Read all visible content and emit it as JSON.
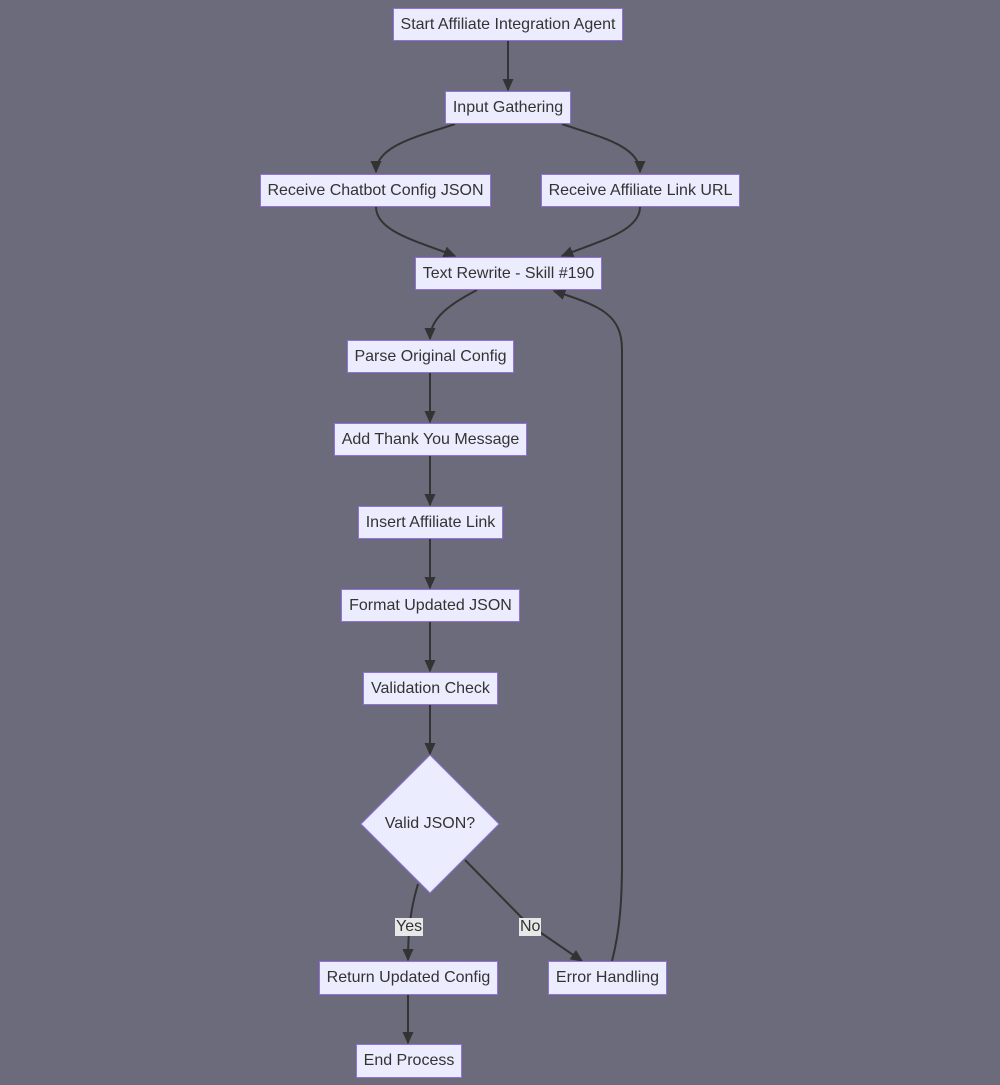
{
  "diagram": {
    "nodes": {
      "start": "Start Affiliate Integration Agent",
      "input_gathering": "Input Gathering",
      "receive_config": "Receive Chatbot Config JSON",
      "receive_link": "Receive Affiliate Link URL",
      "text_rewrite": "Text Rewrite - Skill #190",
      "parse_config": "Parse Original Config",
      "add_thanks": "Add Thank You Message",
      "insert_link": "Insert Affiliate Link",
      "format_json": "Format Updated JSON",
      "validation": "Validation Check",
      "valid_decision": "Valid JSON?",
      "return_config": "Return Updated Config",
      "error_handling": "Error Handling",
      "end": "End Process"
    },
    "edge_labels": {
      "yes": "Yes",
      "no": "No"
    },
    "colors": {
      "background": "#6b6b7b",
      "node_fill": "#ececff",
      "node_border": "#9370db",
      "edge": "#333333",
      "text": "#333333"
    }
  }
}
